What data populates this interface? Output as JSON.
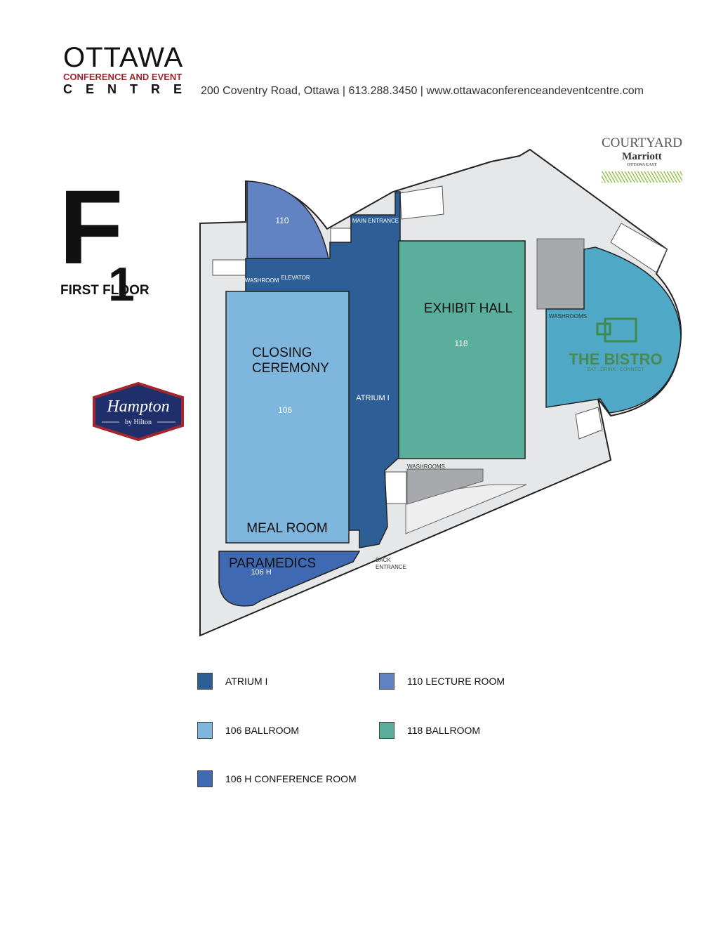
{
  "header": {
    "logo_main": "OTTAWA",
    "logo_sub": "CONFERENCE AND EVENT",
    "logo_centre": "CENTRE",
    "contact": "200 Coventry Road, Ottawa  |  613.288.3450  |  www.ottawaconferenceandeventcentre.com"
  },
  "floor": {
    "code": "F",
    "number": "1",
    "label": "FIRST FLOOR"
  },
  "partners": {
    "courtyard": "COURTYARD",
    "marriott": "Marriott",
    "ottawa_east": "OTTAWA EAST",
    "hampton": "Hampton",
    "by_hilton": "by Hilton"
  },
  "map": {
    "room_110": "110",
    "main_entrance": "MAIN ENTRANCE",
    "washroom": "WASHROOM",
    "elevator": "ELEVATOR",
    "exhibit_hall": "EXHIBIT HALL",
    "room_118": "118",
    "closing_1": "CLOSING",
    "closing_2": "CEREMONY",
    "room_106": "106",
    "atrium": "ATRIUM I",
    "meal_room": "MEAL ROOM",
    "paramedics": "PARAMEDICS",
    "room_106h": "106 H",
    "back_1": "BACK",
    "back_2": "ENTRANCE",
    "washrooms_bottom": "WASHROOMS",
    "washrooms_bistro": "WASHROOMS",
    "bistro": "THE BISTRO",
    "bistro_tag": "EAT . DRINK . CONNECT"
  },
  "colors": {
    "atrium": "#2d5f96",
    "lecture_110": "#6283c2",
    "ballroom_106": "#7fb6de",
    "conference_106h": "#3f6ab3",
    "ballroom_118": "#5aaf9a",
    "bistro": "#4fa8c6",
    "corridor": "#e6e7e8",
    "washrooms": "#a7a9ac"
  },
  "legend": [
    {
      "label": "ATRIUM I",
      "color": "#2d5f96"
    },
    {
      "label": "110 LECTURE ROOM",
      "color": "#6283c2"
    },
    {
      "label": "106 BALLROOM",
      "color": "#7fb6de"
    },
    {
      "label": "118 BALLROOM",
      "color": "#5aaf9a"
    },
    {
      "label": "106 H CONFERENCE ROOM",
      "color": "#3f6ab3"
    }
  ]
}
